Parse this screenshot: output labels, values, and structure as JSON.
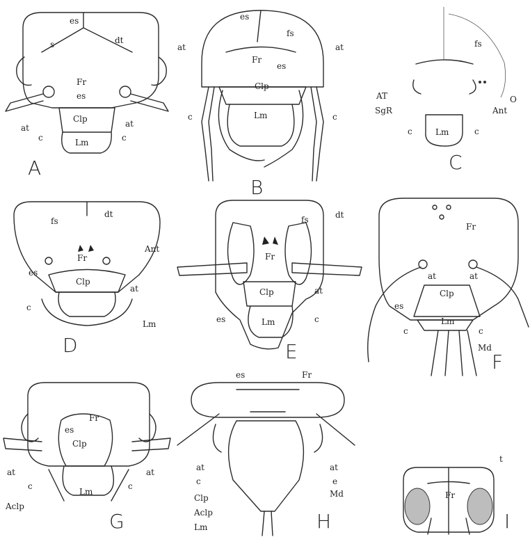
{
  "panels": [
    {
      "letter": "A",
      "labels": [
        "es",
        "s",
        "dt",
        "Fr",
        "es",
        "Clp",
        "at",
        "at",
        "c",
        "c",
        "Lm"
      ]
    },
    {
      "letter": "B",
      "labels": [
        "es",
        "fs",
        "at",
        "at",
        "Fr",
        "es",
        "Clp",
        "Lm",
        "c",
        "c"
      ]
    },
    {
      "letter": "C",
      "labels": [
        "fs",
        "O",
        "AT",
        "SgR",
        "Ant",
        "Lm",
        "c",
        "c"
      ]
    },
    {
      "letter": "D",
      "labels": [
        "fs",
        "dt",
        "Ant",
        "Fr",
        "es",
        "Clp",
        "at",
        "c",
        "Lm"
      ]
    },
    {
      "letter": "E",
      "labels": [
        "fs",
        "dt",
        "Fr",
        "Clp",
        "at",
        "es",
        "Lm",
        "c"
      ]
    },
    {
      "letter": "F",
      "labels": [
        "Fr",
        "at",
        "at",
        "Clp",
        "es",
        "Lm",
        "c",
        "c",
        "Md"
      ]
    },
    {
      "letter": "G",
      "labels": [
        "Fr",
        "es",
        "Clp",
        "at",
        "at",
        "c",
        "c",
        "Lm",
        "Aclp"
      ]
    },
    {
      "letter": "H",
      "labels": [
        "es",
        "Fr",
        "at",
        "at",
        "c",
        "e",
        "Md",
        "Clp",
        "Aclp",
        "Lm"
      ]
    },
    {
      "letter": "I",
      "labels": [
        "t",
        "Fr"
      ]
    }
  ]
}
